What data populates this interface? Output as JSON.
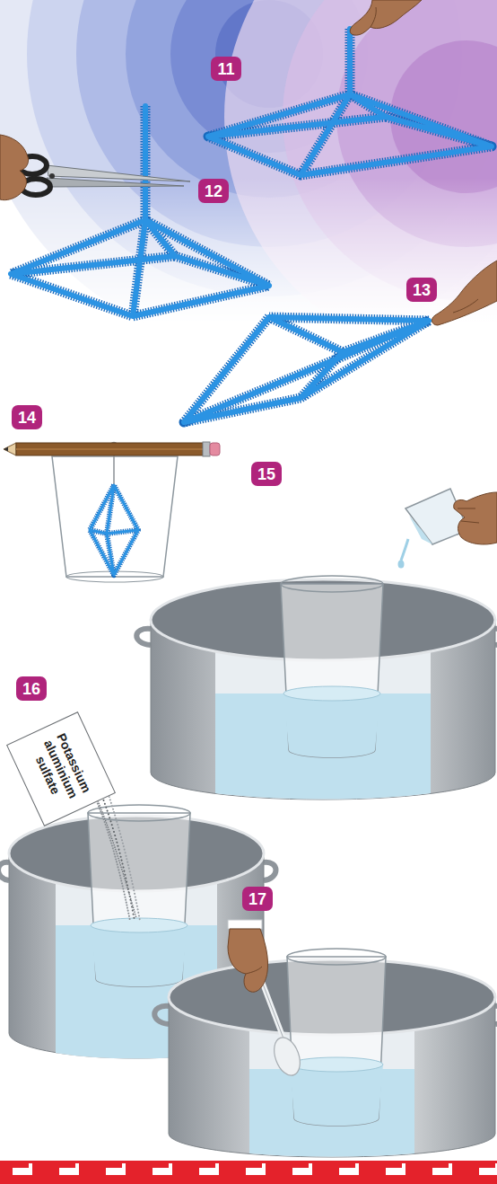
{
  "diagram": {
    "nodes": [
      {
        "text": [
          "11"
        ]
      },
      {
        "text": [
          "12"
        ]
      },
      {
        "text": [
          "13"
        ]
      },
      {
        "text": [
          "14"
        ]
      },
      {
        "text": [
          "15"
        ]
      },
      {
        "text": [
          "16"
        ]
      },
      {
        "text": [
          "Potassium aluminium sulfate"
        ]
      },
      {
        "text": [
          "17"
        ]
      }
    ]
  }
}
